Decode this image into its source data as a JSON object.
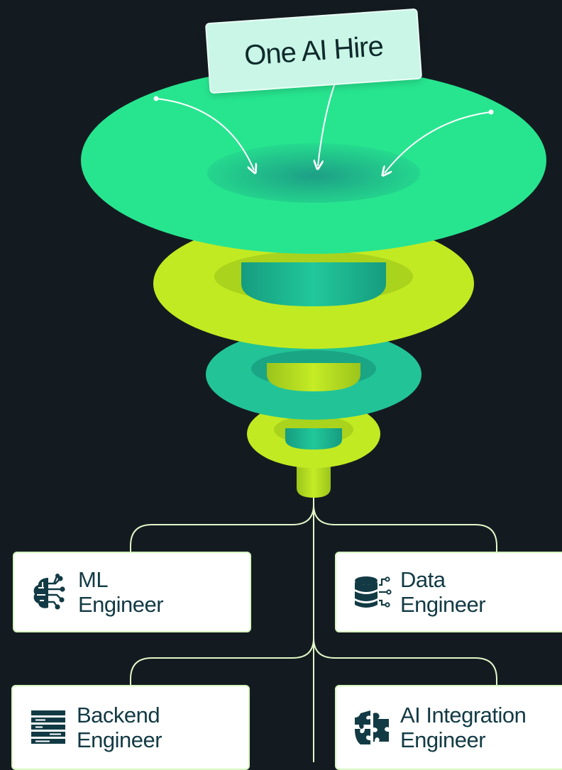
{
  "hire_tag": {
    "text": "One AI Hire"
  },
  "roles": [
    {
      "line1": "ML",
      "line2": "Engineer",
      "icon": "brain-circuit-icon"
    },
    {
      "line1": "Data",
      "line2": "Engineer",
      "icon": "database-icon"
    },
    {
      "line1": "Backend",
      "line2": "Engineer",
      "icon": "server-stack-icon"
    },
    {
      "line1": "AI Integration",
      "line2": "Engineer",
      "icon": "puzzle-icon"
    }
  ],
  "colors": {
    "background": "#141b20",
    "funnel_green": "#27e58f",
    "funnel_lime": "#c2ea22",
    "funnel_teal": "#20bd95",
    "connector": "#e2f7c8",
    "card_text": "#123a44",
    "tag_bg": "#c9f6e6"
  }
}
